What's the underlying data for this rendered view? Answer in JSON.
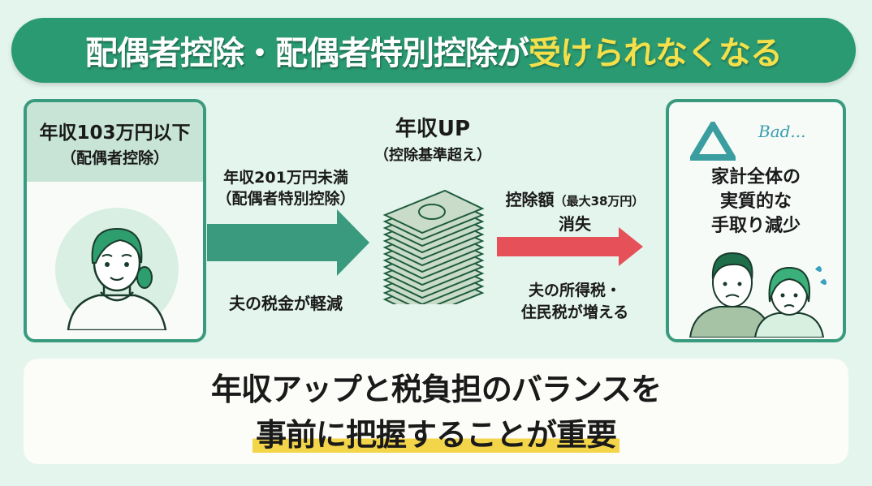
{
  "banner": {
    "title_white": "配偶者控除・配偶者特別控除が",
    "title_yellow": "受けられなくなる"
  },
  "left_card": {
    "title": "年収103万円以下",
    "subtitle": "（配偶者控除）",
    "illustration": "woman-icon"
  },
  "arrow1": {
    "top_line1": "年収201万円未満",
    "top_line2": "（配偶者特別控除）",
    "bottom": "夫の税金が軽減"
  },
  "middle": {
    "title": "年収UP",
    "subtitle": "（控除基準超え）",
    "illustration": "money-stack-icon"
  },
  "arrow2": {
    "top_main": "控除額",
    "top_small": "（最大38万円）",
    "top_line2": "消失",
    "bottom_line1": "夫の所得税・",
    "bottom_line2": "住民税が増える"
  },
  "right_card": {
    "bad_text": "Bad...",
    "line1": "家計全体の",
    "line2": "実質的な",
    "line3": "手取り減少",
    "illustration": "worried-couple-icon"
  },
  "bottom": {
    "line1": "年収アップと税負担のバランスを",
    "line2": "事前に把握することが重要"
  },
  "colors": {
    "background": "#e3f5ec",
    "banner": "#2a9a72",
    "highlight_yellow": "#f4e04a",
    "green_arrow": "#3a9a7e",
    "red_arrow": "#e65058"
  }
}
